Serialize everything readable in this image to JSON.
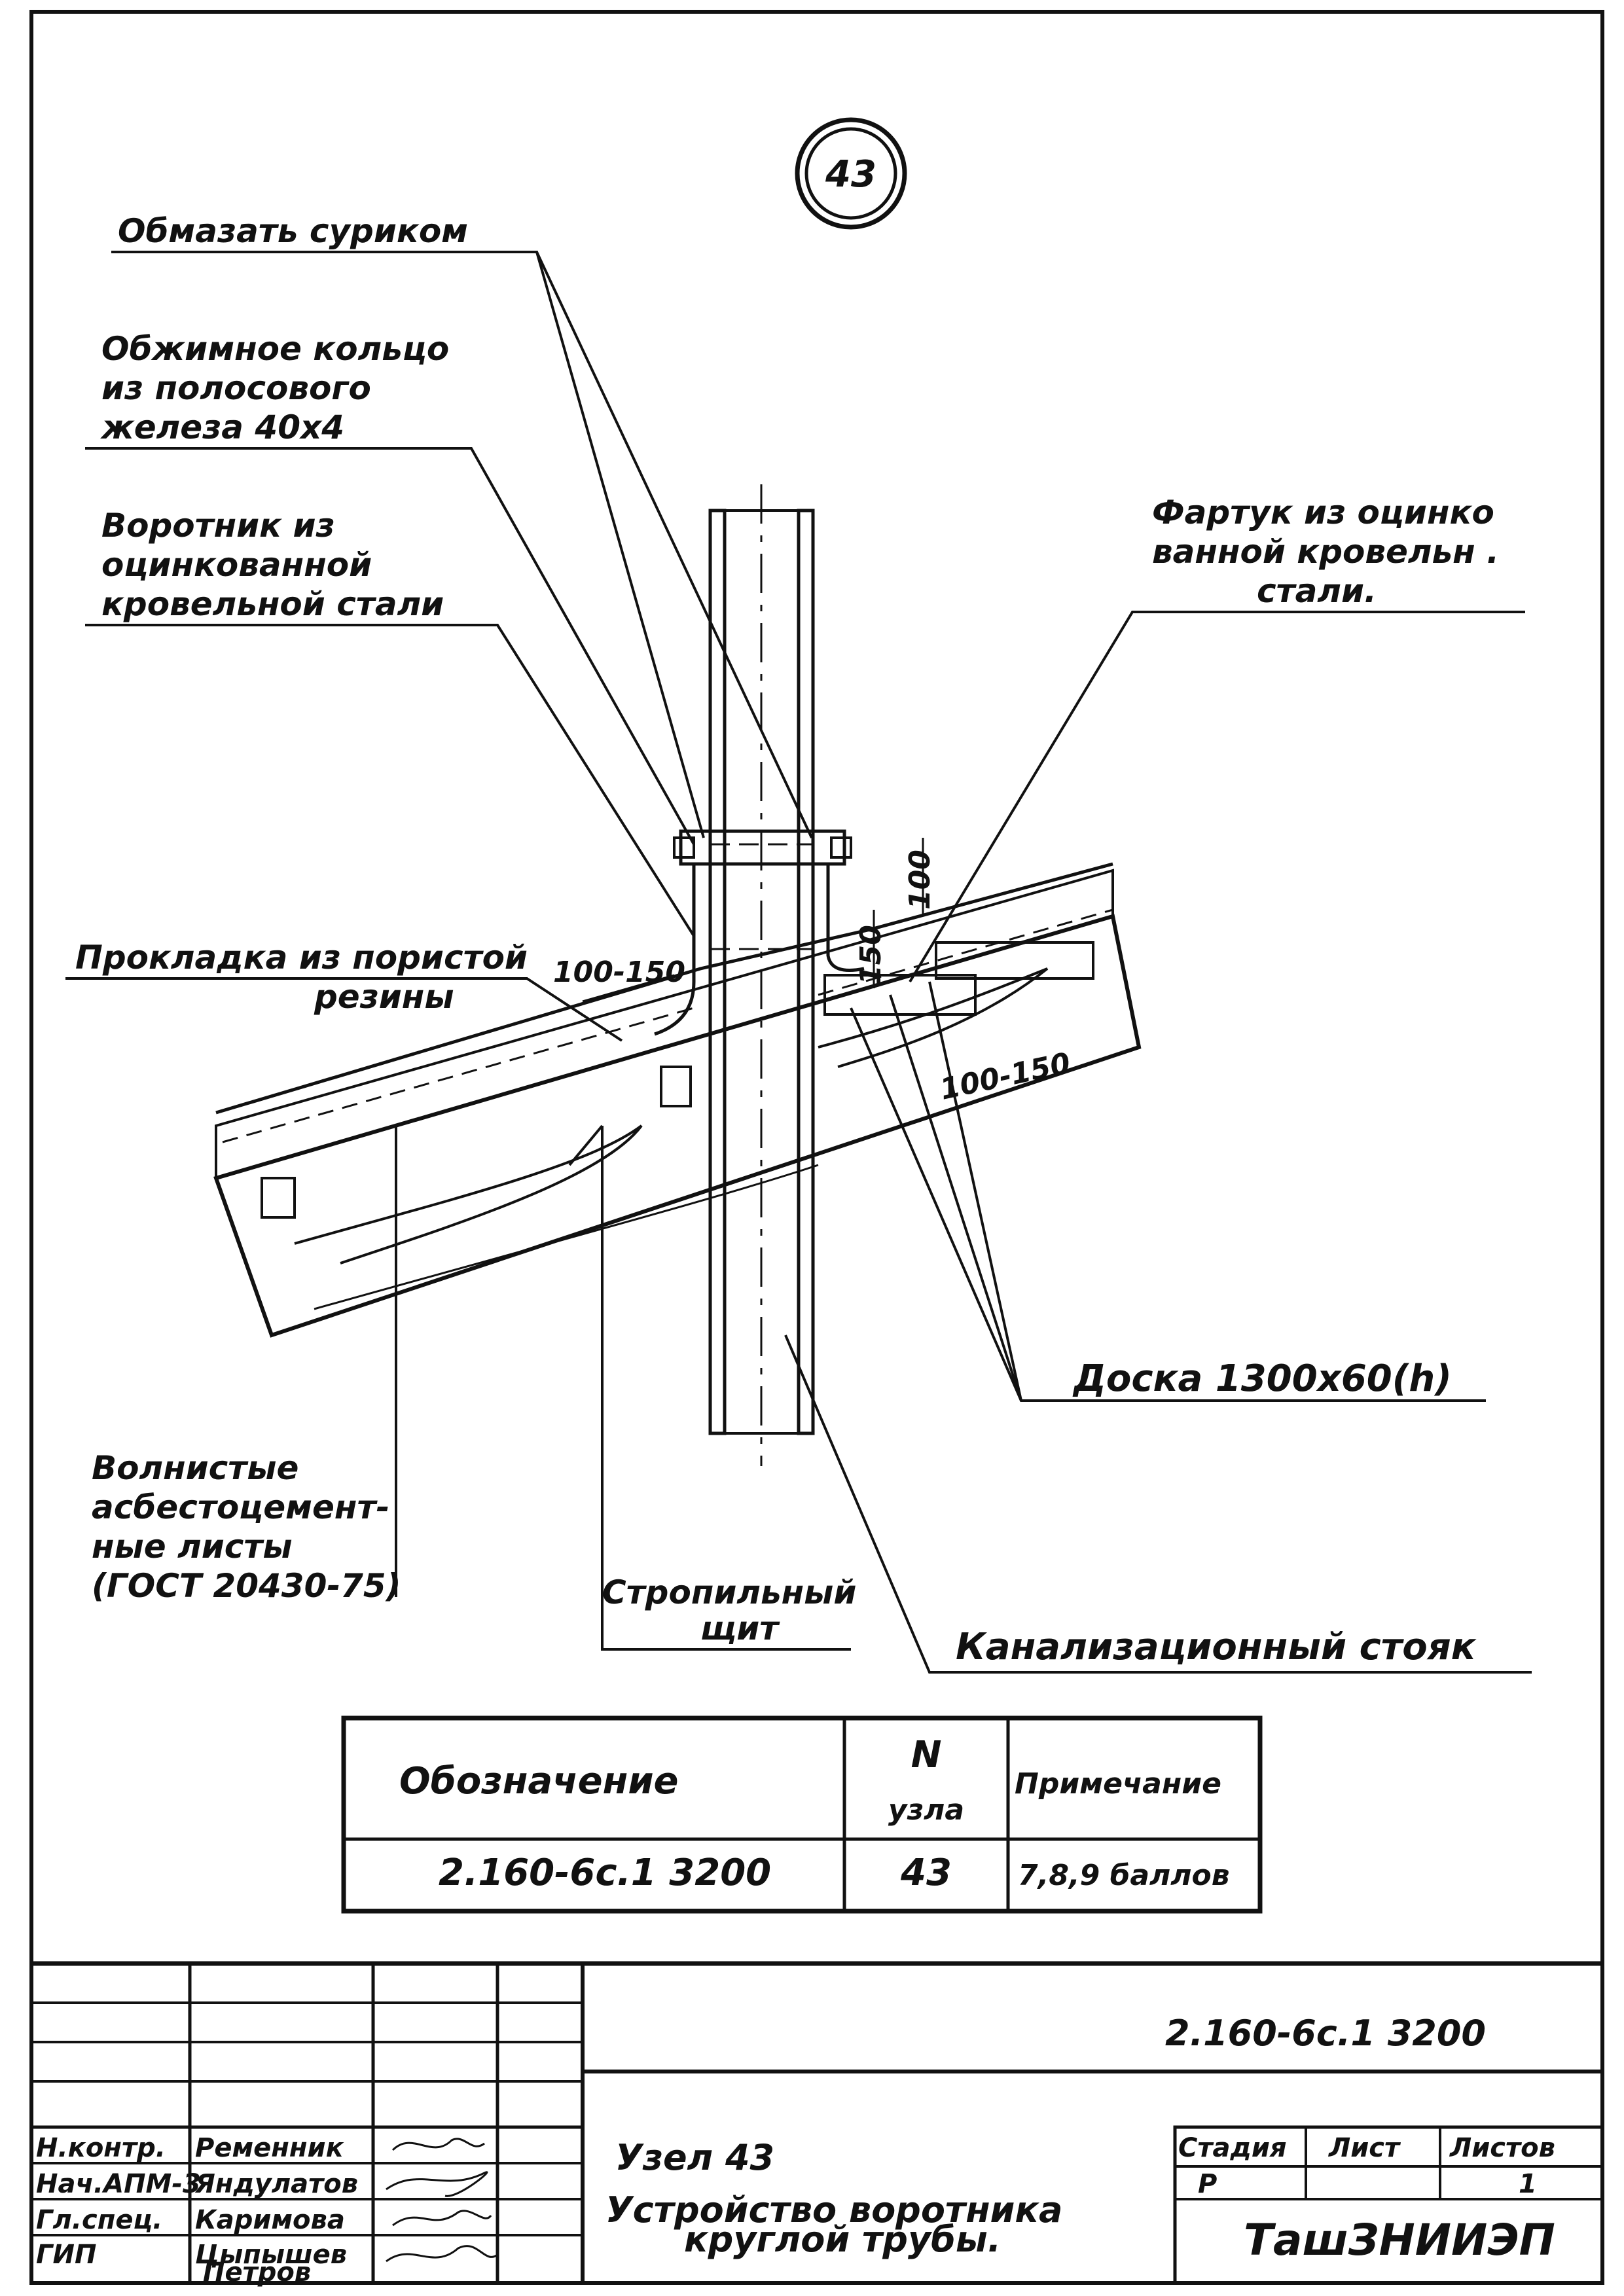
{
  "node": {
    "number": "43"
  },
  "callouts": {
    "paint": "Обмазать суриком",
    "ring": [
      "Обжимное кольцо",
      "из полосового",
      "железа 40х4"
    ],
    "collar": [
      "Воротник из",
      "оцинкованной",
      "кровельной стали"
    ],
    "apron": [
      "Фартук из оцинко",
      "ванной кровельн .",
      "стали."
    ],
    "gasket": [
      "Прокладка из пористой",
      "резины"
    ],
    "sheets": [
      "Волнистые",
      "асбестоцемент-",
      "ные листы",
      "(ГОСТ 20430-75)"
    ],
    "rafter": [
      "Стропильный",
      "щит"
    ],
    "board": "Доска 1300х60(h)",
    "riser": "Канализационный стояк"
  },
  "dimensions": {
    "d_100_150_left": "100-150",
    "d_100": "100",
    "d_150": "150",
    "d_100_150_right": "100-150"
  },
  "spec_table": {
    "headers": {
      "designation": "Обозначение",
      "node_num_1": "N",
      "node_num_2": "узла",
      "note": "Примечание"
    },
    "row": {
      "designation": "2.160-6с.1 3200",
      "node": "43",
      "note": "7,8,9 баллов"
    }
  },
  "stamp": {
    "doc_code": "2.160-6с.1 3200",
    "node_title": "Узел 43",
    "title_lines": [
      "Устройство воротника",
      "круглой трубы."
    ],
    "roles": [
      {
        "role": "Н.контр.",
        "name": "Ременник"
      },
      {
        "role": "Нач.АПМ-3",
        "name": "Яндулатов"
      },
      {
        "role": "Гл.спец.",
        "name": "Каримова"
      },
      {
        "role": "ГИП",
        "name": "Цыпышев"
      },
      {
        "role": "",
        "name": "Петров"
      }
    ],
    "headers": {
      "stage": "Стадия",
      "sheet": "Лист",
      "sheets": "Листов"
    },
    "values": {
      "stage": "Р",
      "sheet": "",
      "sheets": "1"
    },
    "org": "ТашЗНИИЭП"
  }
}
